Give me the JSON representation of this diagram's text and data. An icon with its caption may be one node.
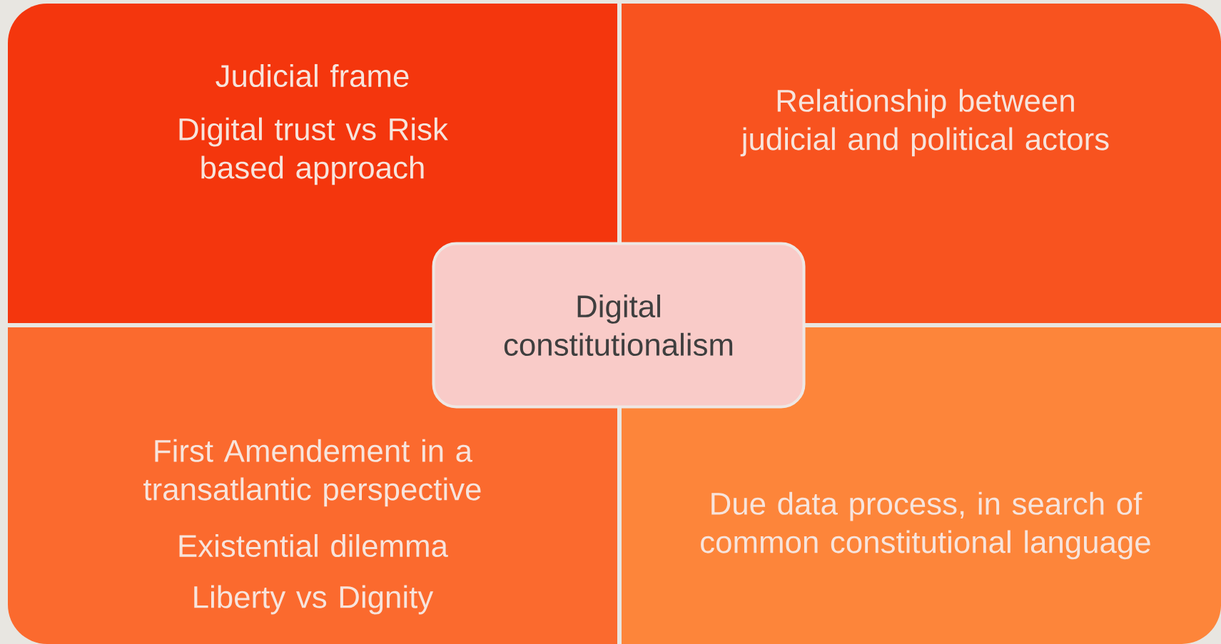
{
  "diagram": {
    "nodes": [
      {
        "text": [
          "Judicial frame",
          "Digital trust vs Risk based approach"
        ]
      },
      {
        "text": [
          "Relationship between judicial and political actors"
        ]
      },
      {
        "text": [
          "First Amendement in a transatlantic perspective",
          "Existential dilemma",
          "Liberty vs  Dignity"
        ]
      },
      {
        "text": [
          "Due data process, in search of common constitutional language"
        ]
      },
      {
        "text": [
          "Digital constitutionalism"
        ]
      }
    ]
  }
}
